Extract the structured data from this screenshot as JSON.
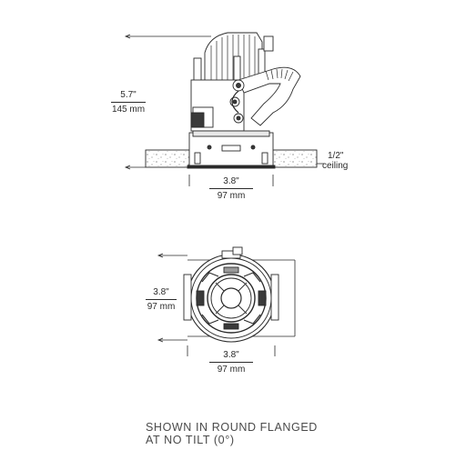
{
  "side_view": {
    "height_in": "5.7\"",
    "height_mm": "145 mm",
    "ceiling_in": "1/2\"",
    "ceiling_word": "ceiling",
    "width_in": "3.8\"",
    "width_mm": "97 mm"
  },
  "top_view": {
    "height_in": "3.8\"",
    "height_mm": "97 mm",
    "width_in": "3.8\"",
    "width_mm": "97 mm"
  },
  "caption": {
    "line1": "SHOWN IN ROUND FLANGED",
    "line2": "AT NO TILT (0°)"
  },
  "colors": {
    "line": "#2a2a2a",
    "fill_dark": "#3a3a3a",
    "fill_mid": "#9a9a9a",
    "fill_light": "#e8e8e8"
  }
}
